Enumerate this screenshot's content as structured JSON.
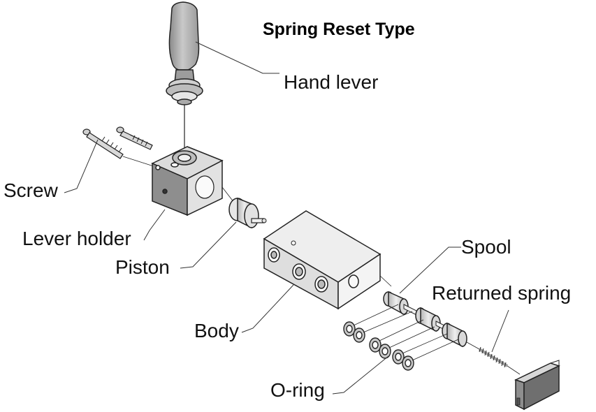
{
  "title": "Spring Reset Type",
  "labels": {
    "hand_lever": "Hand lever",
    "screw": "Screw",
    "lever_holder": "Lever holder",
    "piston": "Piston",
    "body": "Body",
    "spool": "Spool",
    "returned_spring": "Returned spring",
    "o_ring": "O-ring"
  }
}
